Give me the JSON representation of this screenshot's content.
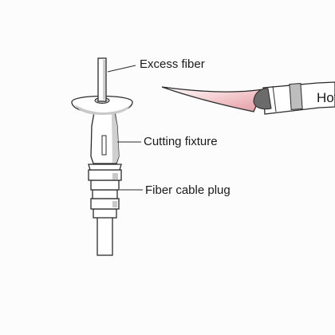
{
  "labels": {
    "excess_fiber": "Excess fiber",
    "cutting_fixture": "Cutting fixture",
    "fiber_cable_plug": "Fiber cable plug",
    "hot_knife": "Hot"
  },
  "colors": {
    "outline": "#2b2b2b",
    "part_fill": "#ffffff",
    "shadow_fill": "#c9c9c9",
    "blade_pink": "#e8aab0",
    "blade_dark": "#6b6b6b"
  },
  "icons": {
    "fixture": "fiber-cutting-fixture-illustration",
    "knife": "hot-knife-illustration"
  }
}
